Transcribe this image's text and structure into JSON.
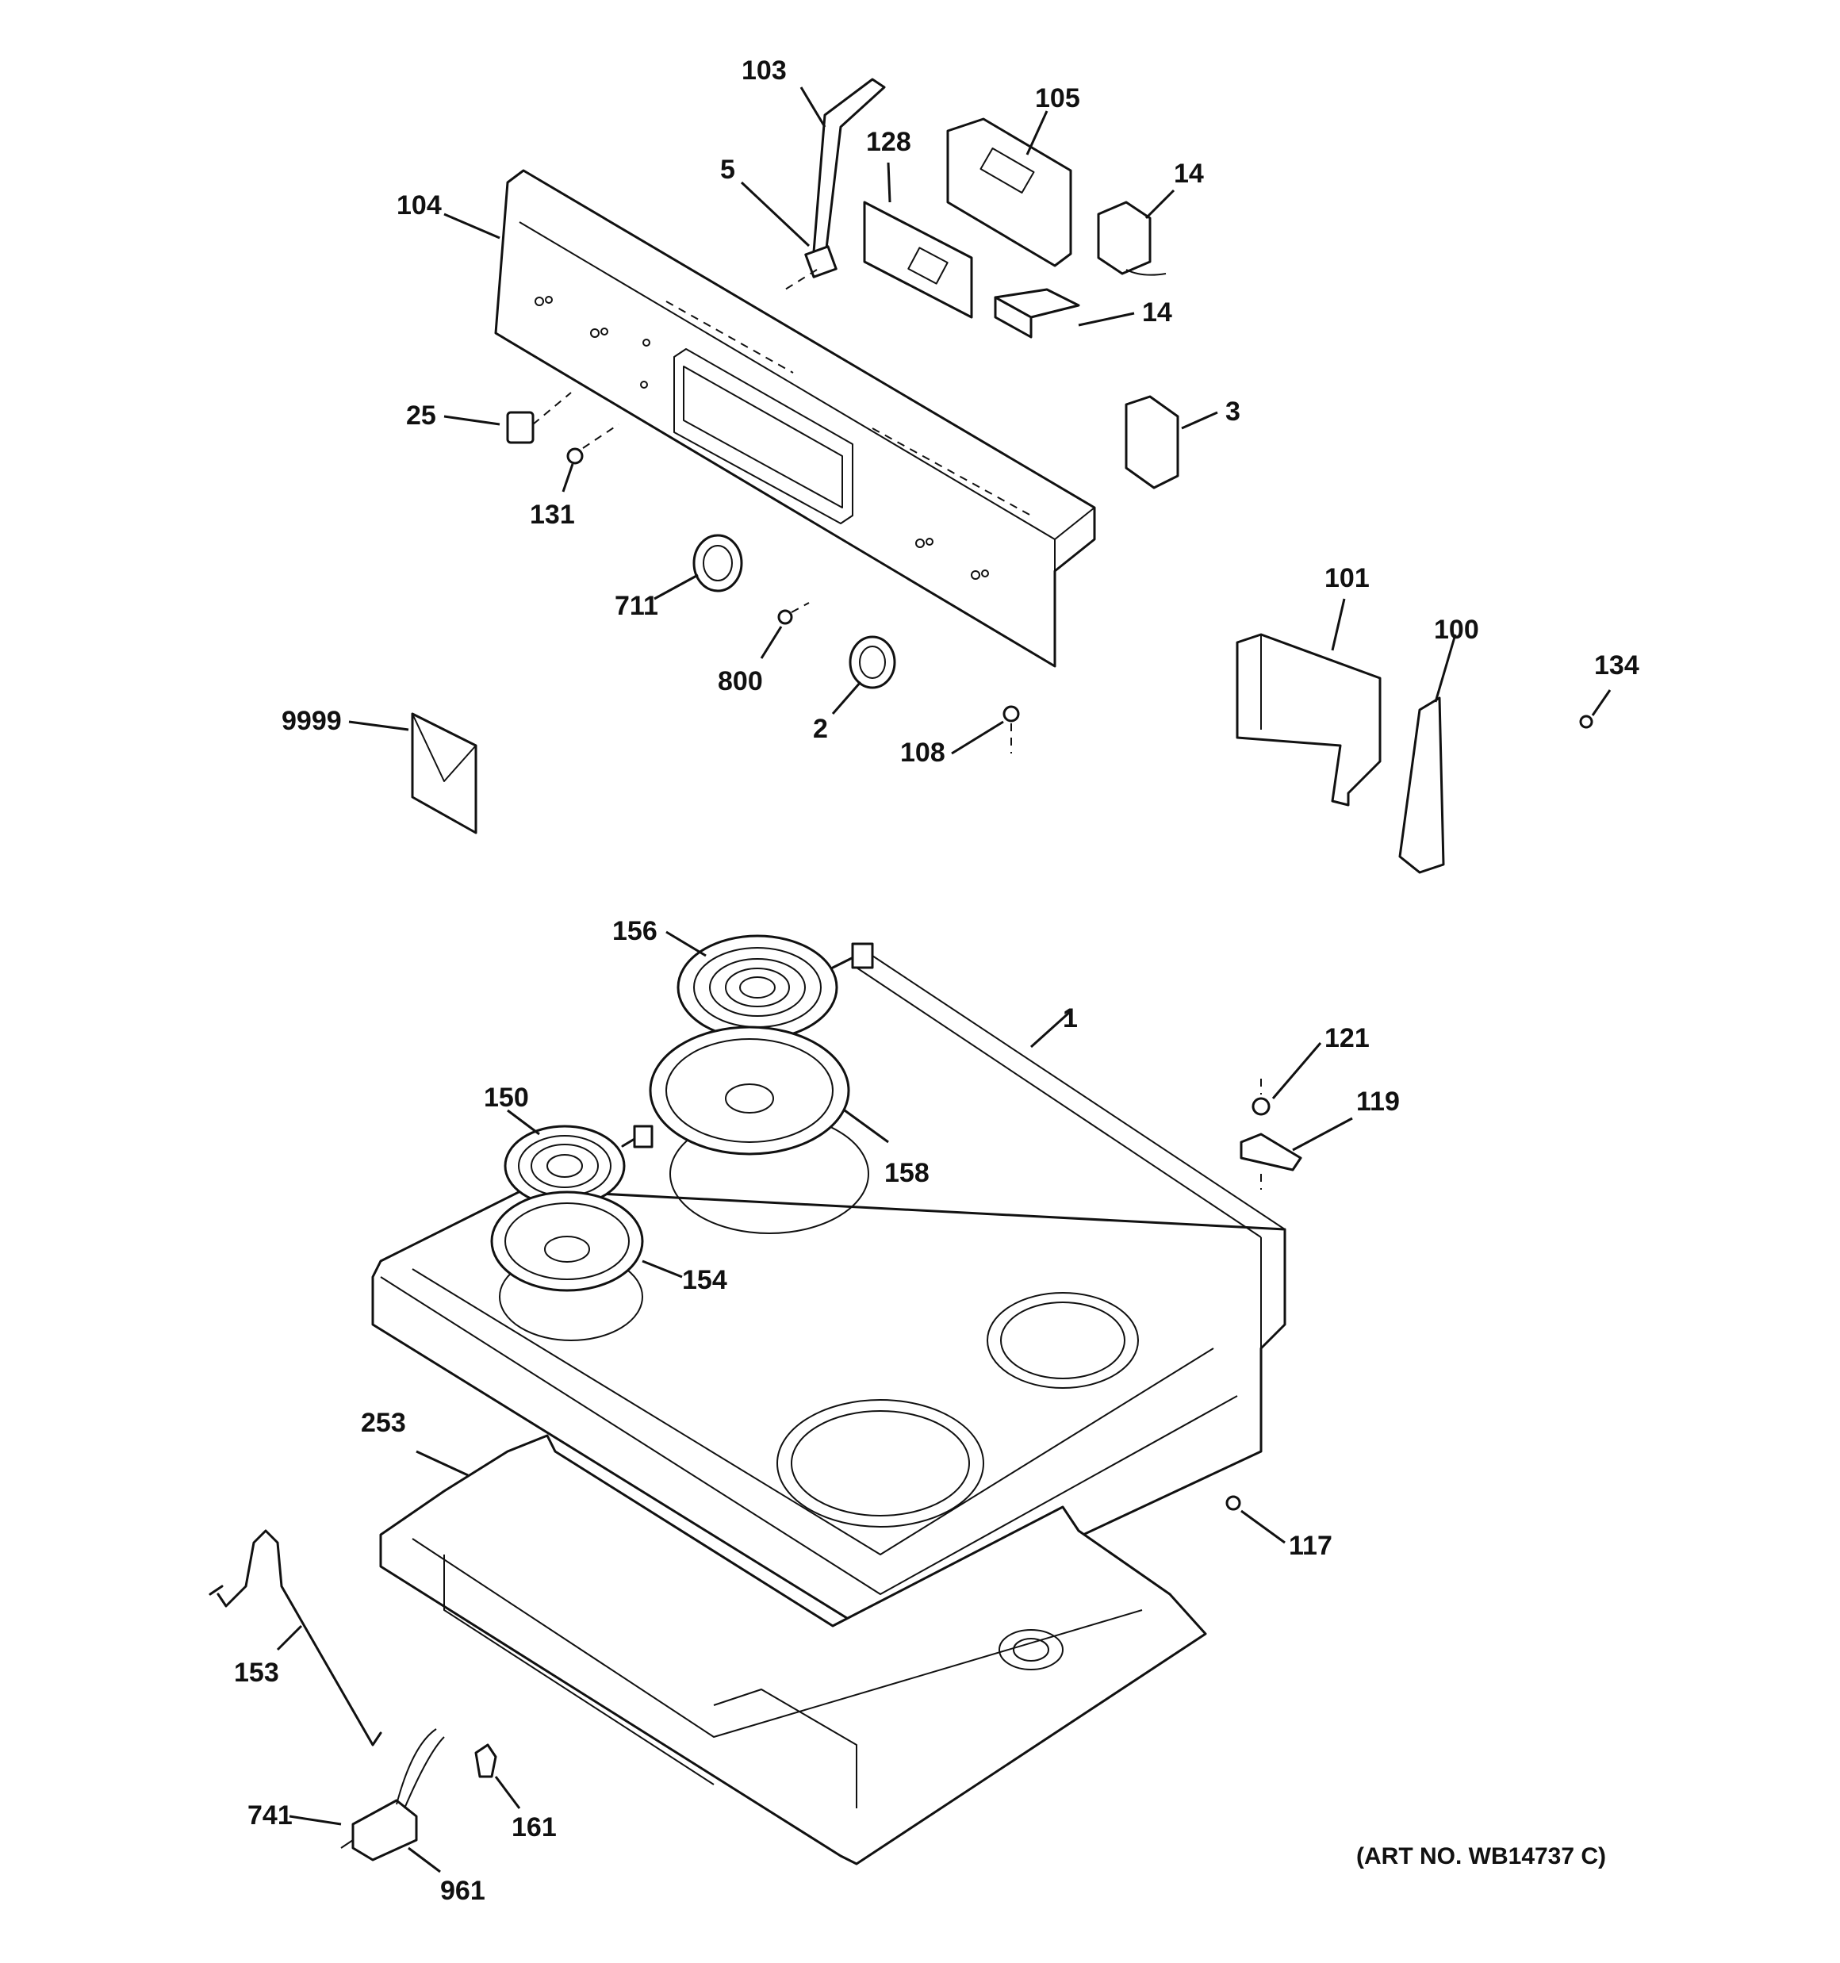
{
  "labels": {
    "p103": "103",
    "p105": "105",
    "p128": "128",
    "p5": "5",
    "p14a": "14",
    "p14b": "14",
    "p104": "104",
    "p25": "25",
    "p3": "3",
    "p131": "131",
    "p711": "711",
    "p800": "800",
    "p2": "2",
    "p108": "108",
    "p101": "101",
    "p100": "100",
    "p134": "134",
    "p9999": "9999",
    "p156": "156",
    "p1": "1",
    "p121": "121",
    "p119": "119",
    "p150": "150",
    "p158": "158",
    "p154": "154",
    "p253": "253",
    "p117": "117",
    "p153": "153",
    "p161": "161",
    "p741": "741",
    "p961": "961"
  },
  "art_number": "(ART NO. WB14737 C)"
}
